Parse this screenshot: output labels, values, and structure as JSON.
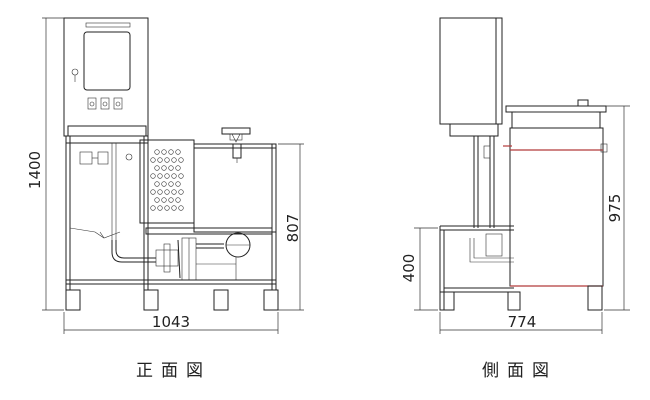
{
  "front": {
    "caption": "正面図",
    "dim_total_height": "1400",
    "dim_tank_height": "807",
    "dim_width": "1043"
  },
  "side": {
    "caption": "側面図",
    "dim_depth": "774",
    "dim_lower_frame": "400",
    "dim_tank_height": "975"
  }
}
